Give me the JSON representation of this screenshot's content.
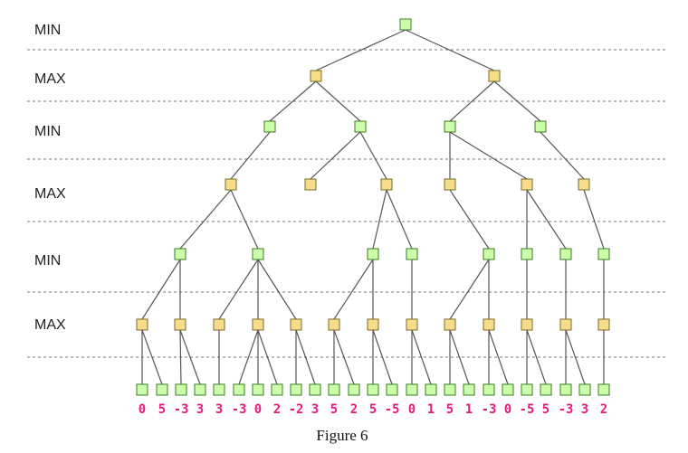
{
  "level_labels": [
    "MIN",
    "MAX",
    "MIN",
    "MAX",
    "MIN",
    "MAX"
  ],
  "leaf_values": [
    "0",
    "5",
    "-3",
    "3",
    "3",
    "-3",
    "0",
    "2",
    "-2",
    "3",
    "5",
    "2",
    "5",
    "-5",
    "0",
    "1",
    "5",
    "1",
    "-3",
    "0",
    "-5",
    "5",
    "-3",
    "3",
    "2"
  ],
  "caption": "Figure 6",
  "colors": {
    "min_node_fill": "#ccffaa",
    "min_node_stroke": "#3c7a2a",
    "max_node_fill": "#f7dd8a",
    "max_node_stroke": "#7a6a2a",
    "leaf_value_color": "#e6197d"
  }
}
